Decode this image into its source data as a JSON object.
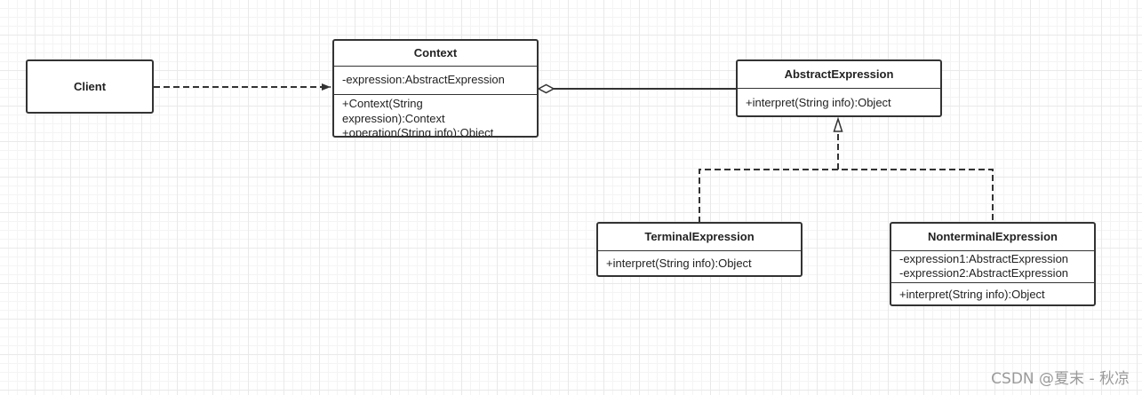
{
  "diagram": {
    "client": {
      "name": "Client"
    },
    "context": {
      "name": "Context",
      "attributes": [
        "-expression:AbstractExpression"
      ],
      "operations": [
        "+Context(String",
        "expression):Context",
        "+operation(String info):Object"
      ]
    },
    "abstract_expression": {
      "name": "AbstractExpression",
      "operations": [
        "+interpret(String info):Object"
      ]
    },
    "terminal_expression": {
      "name": "TerminalExpression",
      "operations": [
        "+interpret(String info):Object"
      ]
    },
    "nonterminal_expression": {
      "name": "NonterminalExpression",
      "attributes": [
        "-expression1:AbstractExpression",
        "-expression2:AbstractExpression"
      ],
      "operations": [
        "+interpret(String info):Object"
      ]
    }
  },
  "colors": {
    "stroke": "#333333",
    "background": "#ffffff",
    "grid": "#e9e9e9",
    "watermark": "#9a9a9a"
  },
  "watermark": {
    "text": "CSDN @夏末 - 秋凉"
  }
}
